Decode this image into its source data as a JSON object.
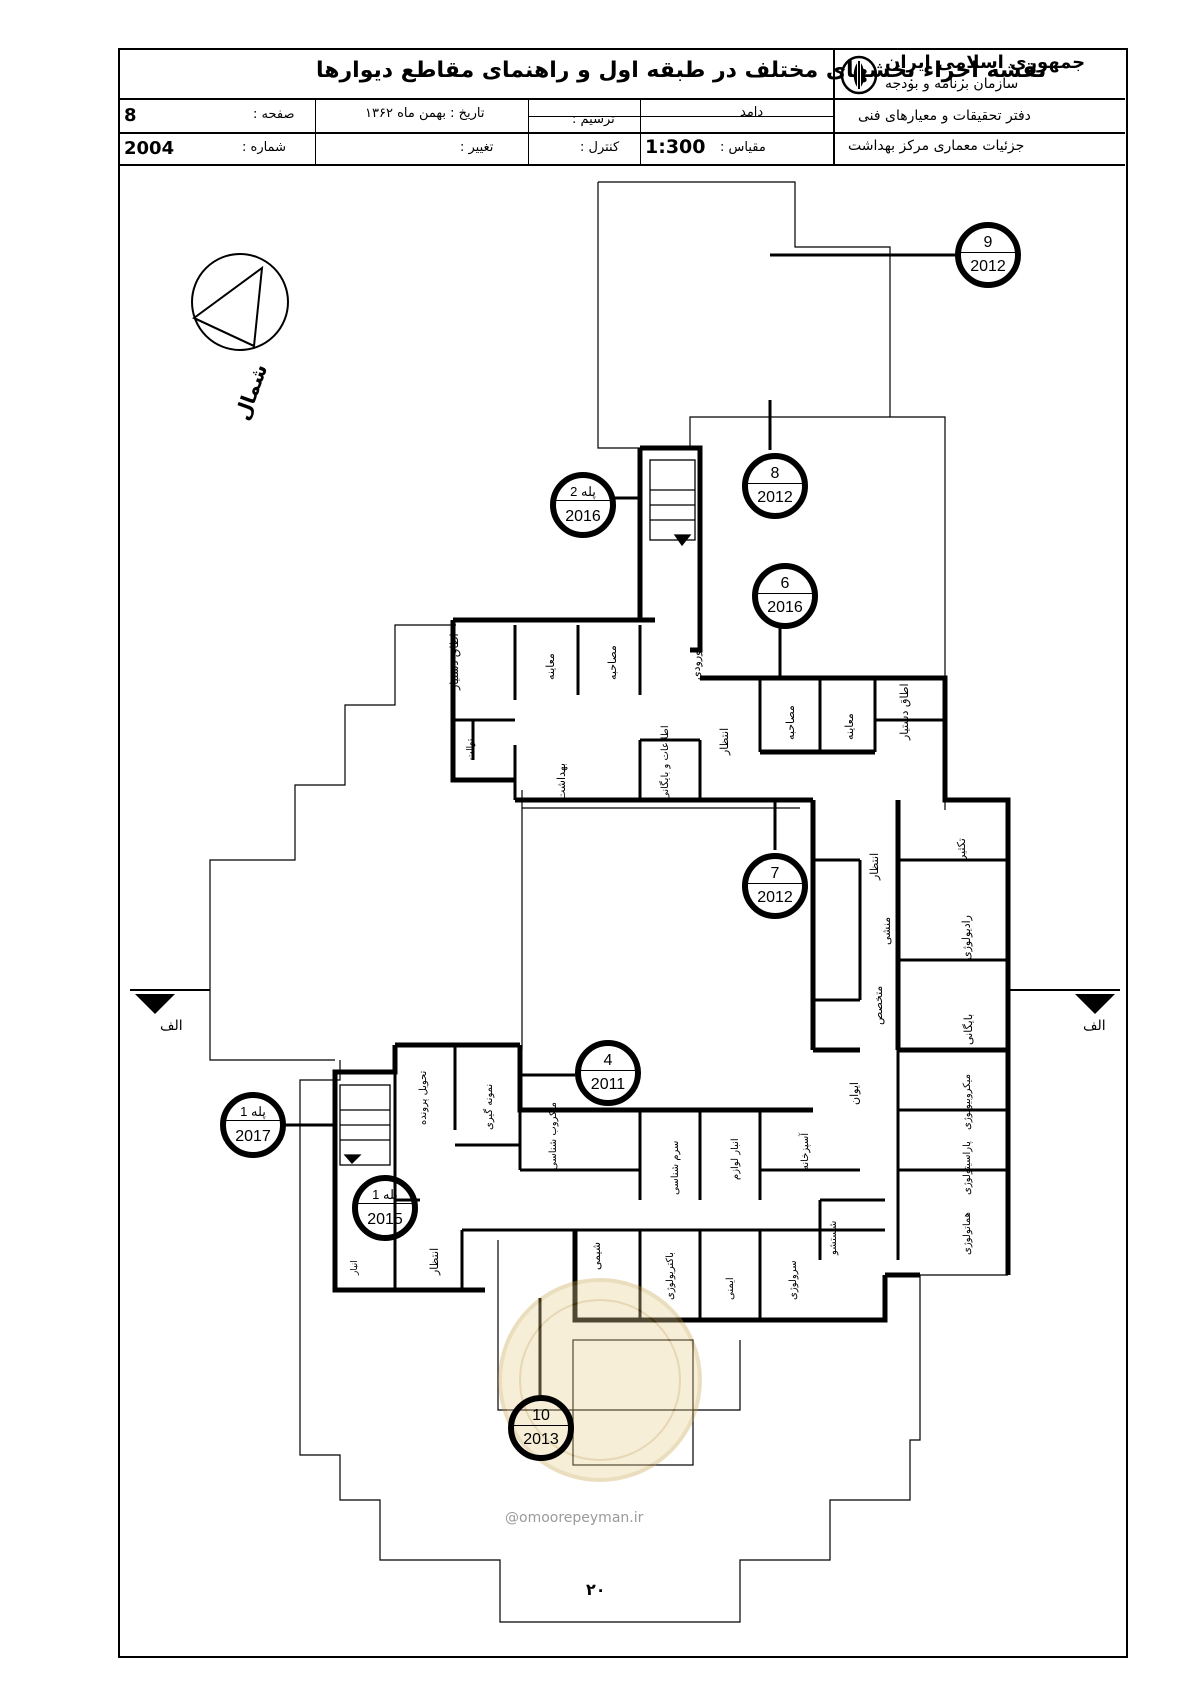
{
  "title_block": {
    "country": "جمهوری اسلامی ایران",
    "org": "سازمان برنامه و بودجه",
    "main_title": "نقشه اجزاء بخشهای مختلف در طبقه اول و راهنمای مقاطع دیوارها",
    "office": "دفتر تحقیقات و معیارهای فنی",
    "project": "جزئیات معماری مرکز بهداشت",
    "designer_label": "دامد",
    "drafter_label": "ترسیم :",
    "date_label": "تاریخ : بهمن ماه ۱۳۶۲",
    "page_label": "صفحه :",
    "page_value": "8",
    "scale_label": "مقیاس :",
    "scale_value": "1:300",
    "control_label": "کنترل :",
    "revision_label": "تغییر :",
    "number_label": "شماره :",
    "number_value": "2004"
  },
  "north_label": "شمال",
  "section_marks": [
    {
      "id": "alef-left",
      "label": "الف"
    },
    {
      "id": "alef-right",
      "label": "الف"
    }
  ],
  "callouts": [
    {
      "id": "c9",
      "top": "9",
      "bottom": "2012"
    },
    {
      "id": "c8",
      "top": "8",
      "bottom": "2012"
    },
    {
      "id": "c-stair2",
      "top": "پله 2",
      "bottom": "2016"
    },
    {
      "id": "c6",
      "top": "6",
      "bottom": "2016"
    },
    {
      "id": "c7",
      "top": "7",
      "bottom": "2012"
    },
    {
      "id": "c4",
      "top": "4",
      "bottom": "2011"
    },
    {
      "id": "c-stair1a",
      "top": "پله 1",
      "bottom": "2017"
    },
    {
      "id": "c-stair1b",
      "top": "پله 1",
      "bottom": "2015"
    },
    {
      "id": "c10",
      "top": "10",
      "bottom": "2013"
    }
  ],
  "rooms": [
    {
      "id": "r1",
      "label": "اطاق دستیار"
    },
    {
      "id": "r2",
      "label": "معاینه"
    },
    {
      "id": "r3",
      "label": "مصاحبه"
    },
    {
      "id": "r4",
      "label": "ورودی"
    },
    {
      "id": "r5",
      "label": "انتظار"
    },
    {
      "id": "r6",
      "label": "مصاحبه"
    },
    {
      "id": "r7",
      "label": "معاینه"
    },
    {
      "id": "r8",
      "label": "اطاق دستیار"
    },
    {
      "id": "r9",
      "label": "توالت"
    },
    {
      "id": "r10",
      "label": "اطلاعات و بایگانی"
    },
    {
      "id": "r11",
      "label": "بهداشت"
    },
    {
      "id": "r12",
      "label": "تکثیر"
    },
    {
      "id": "r13",
      "label": "انتظار"
    },
    {
      "id": "r14",
      "label": "منشی"
    },
    {
      "id": "r15",
      "label": "رادیولوژی"
    },
    {
      "id": "r16",
      "label": "متخصص"
    },
    {
      "id": "r17",
      "label": "بایگانی"
    },
    {
      "id": "r18",
      "label": "ایوان"
    },
    {
      "id": "r19",
      "label": "میکروبیولوژی"
    },
    {
      "id": "r20",
      "label": "پاراسیتولوژی"
    },
    {
      "id": "r21",
      "label": "هماتولوژی"
    },
    {
      "id": "r22",
      "label": "تحویل پرونده"
    },
    {
      "id": "r23",
      "label": "نمونه گیری"
    },
    {
      "id": "r24",
      "label": "میکروب شناسی"
    },
    {
      "id": "r25",
      "label": "سرم شناسی"
    },
    {
      "id": "r26",
      "label": "انبار لوازم"
    },
    {
      "id": "r27",
      "label": "آسپزخانه"
    },
    {
      "id": "r28",
      "label": "شستشو"
    },
    {
      "id": "r29",
      "label": "انتظار"
    },
    {
      "id": "r30",
      "label": "شیمی"
    },
    {
      "id": "r31",
      "label": "باکتریولوژی"
    },
    {
      "id": "r32",
      "label": "ایمنی"
    },
    {
      "id": "r33",
      "label": "سرولوژی"
    },
    {
      "id": "r34",
      "label": "انبار"
    }
  ],
  "watermark": "@omoorepeyman.ir",
  "page_number": "۲۰"
}
